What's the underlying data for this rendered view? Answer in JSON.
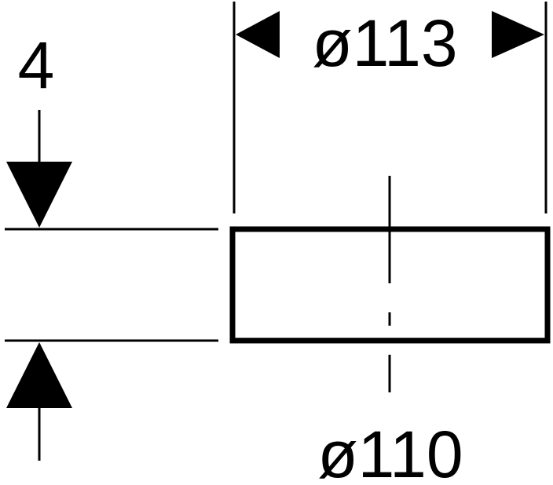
{
  "drawing": {
    "thickness_dimension": "4",
    "outer_diameter": "ø113",
    "inner_diameter": "ø110"
  },
  "colors": {
    "line": "#000000",
    "background": "#ffffff"
  }
}
